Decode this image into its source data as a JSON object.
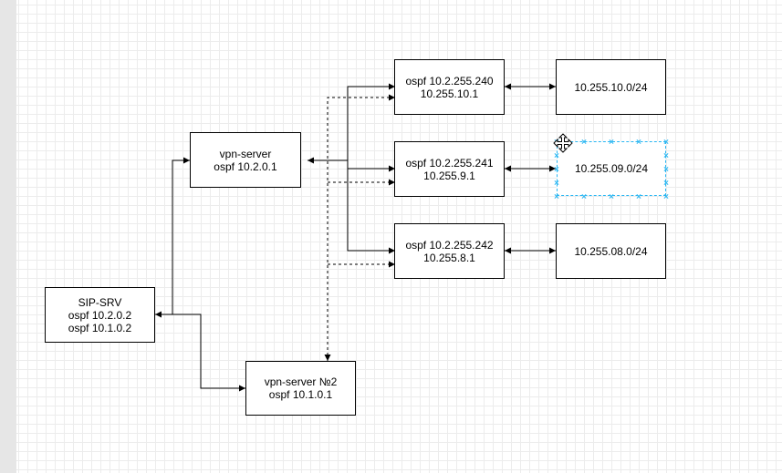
{
  "diagram": {
    "nodes": [
      {
        "id": "vpn-server",
        "lines": [
          "vpn-server",
          "ospf 10.2.0.1"
        ]
      },
      {
        "id": "ospf-240",
        "lines": [
          "ospf 10.2.255.240",
          "10.255.10.1"
        ]
      },
      {
        "id": "ospf-241",
        "lines": [
          "ospf 10.2.255.241",
          "10.255.9.1"
        ]
      },
      {
        "id": "ospf-242",
        "lines": [
          "ospf 10.2.255.242",
          "10.255.8.1"
        ]
      },
      {
        "id": "net-10",
        "lines": [
          "10.255.10.0/24"
        ]
      },
      {
        "id": "net-09",
        "lines": [
          "10.255.09.0/24"
        ],
        "selected": true
      },
      {
        "id": "net-08",
        "lines": [
          "10.255.08.0/24"
        ]
      },
      {
        "id": "sip-srv",
        "lines": [
          "SIP-SRV",
          "ospf 10.2.0.2",
          "ospf 10.1.0.2"
        ]
      },
      {
        "id": "vpn-server-2",
        "lines": [
          "vpn-server №2",
          "ospf 10.1.0.1"
        ]
      }
    ],
    "edges": [
      {
        "from": "vpn-server",
        "to": "ospf-240",
        "style": "solid",
        "arrow": "both"
      },
      {
        "from": "vpn-server",
        "to": "ospf-241",
        "style": "solid",
        "arrow": "both"
      },
      {
        "from": "vpn-server",
        "to": "ospf-242",
        "style": "solid",
        "arrow": "end"
      },
      {
        "from": "ospf-240",
        "to": "net-10",
        "style": "solid",
        "arrow": "both"
      },
      {
        "from": "ospf-241",
        "to": "net-09",
        "style": "solid",
        "arrow": "both"
      },
      {
        "from": "ospf-242",
        "to": "net-08",
        "style": "solid",
        "arrow": "both"
      },
      {
        "from": "sip-srv",
        "to": "vpn-server",
        "style": "solid",
        "arrow": "both"
      },
      {
        "from": "sip-srv",
        "to": "vpn-server-2",
        "style": "solid",
        "arrow": "both"
      },
      {
        "from": "vpn-server-2",
        "to": "ospf-240",
        "style": "dashed",
        "arrow": "both"
      },
      {
        "from": "vpn-server-2",
        "to": "ospf-241",
        "style": "dashed",
        "arrow": "end"
      },
      {
        "from": "vpn-server-2",
        "to": "ospf-242",
        "style": "dashed",
        "arrow": "end"
      }
    ]
  },
  "colors": {
    "stroke": "#000000",
    "selection": "#29b6f2",
    "grid": "#ececec",
    "outside": "#e6e6e6"
  },
  "icons": {
    "move": "move-cursor-icon"
  }
}
